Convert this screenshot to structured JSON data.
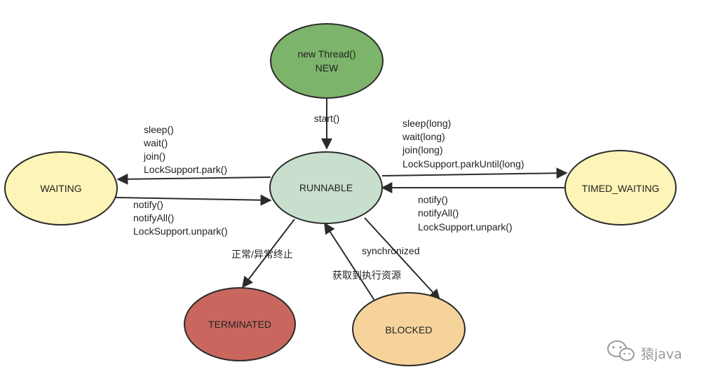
{
  "colors": {
    "new": "#7db46b",
    "runnable": "#c7dfcc",
    "waiting": "#fdf4b7",
    "timed_waiting": "#fdf4b7",
    "terminated": "#c9675f",
    "blocked": "#f7d39c"
  },
  "nodes": {
    "new": [
      "new Thread()",
      "NEW"
    ],
    "runnable": "RUNNABLE",
    "waiting": "WAITING",
    "timed_waiting": "TIMED_WAITING",
    "terminated": "TERMINATED",
    "blocked": "BLOCKED"
  },
  "edges": {
    "start": "start()",
    "to_waiting": [
      "sleep()",
      "wait()",
      "join()",
      "LockSupport.park()"
    ],
    "from_waiting": [
      "notify()",
      "notifyAll()",
      "LockSupport.unpark()"
    ],
    "to_timed_waiting": [
      "sleep(long)",
      "wait(long)",
      "join(long)",
      "LockSupport.parkUntil(long)"
    ],
    "from_timed_waiting": [
      "notify()",
      "notifyAll()",
      "LockSupport.unpark()"
    ],
    "to_terminated": "正常/异常终止",
    "to_blocked": "synchronized",
    "from_blocked": "获取到执行资源"
  },
  "watermark": {
    "icon": "wechat-icon",
    "text": "猿java"
  }
}
